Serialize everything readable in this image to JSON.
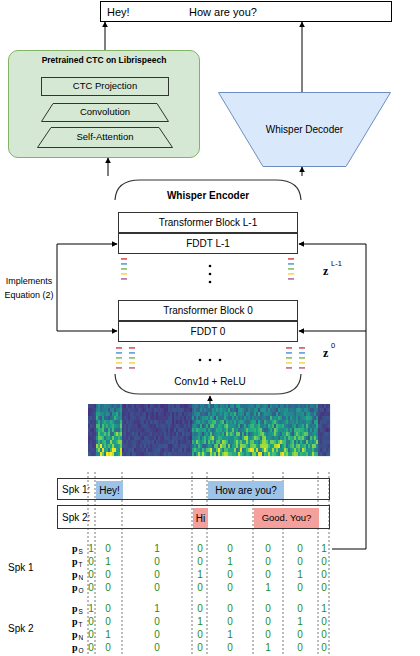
{
  "diagram": {
    "nodes": [
      {
        "text": [
          "Hey!",
          "How are you?"
        ]
      },
      {
        "text": [
          "Pretrained CTC on Librispeech"
        ]
      },
      {
        "text": [
          "CTC Projection"
        ],
        "in": 1
      },
      {
        "text": [
          "Convolution"
        ],
        "in": 1
      },
      {
        "text": [
          "Self-Attention"
        ],
        "in": 1
      },
      {
        "text": [
          "Whisper Decoder"
        ]
      },
      {
        "text": [
          "Whisper Encoder"
        ]
      },
      {
        "text": [
          "Transformer Block L-1"
        ],
        "in": 6
      },
      {
        "text": [
          "FDDT L-1"
        ],
        "in": 6
      },
      {
        "text": [
          "Transformer Block 0"
        ],
        "in": 6
      },
      {
        "text": [
          "FDDT 0"
        ],
        "in": 6
      },
      {
        "text": [
          "Spk 1:"
        ]
      },
      {
        "text": [
          "Hey!"
        ],
        "in": 11
      },
      {
        "text": [
          "How are you?"
        ],
        "in": 11
      },
      {
        "text": [
          "Spk 2:"
        ]
      },
      {
        "text": [
          "Hi"
        ],
        "in": 14
      },
      {
        "text": [
          "Good. You?"
        ],
        "in": 14
      }
    ],
    "edges": [
      {
        "from": 1,
        "to": 0,
        "arrow": "to"
      },
      {
        "from": 5,
        "to": 0,
        "arrow": "to"
      },
      {
        "from": 6,
        "to": 1,
        "arrow": "to"
      },
      {
        "from": 6,
        "to": 5,
        "arrow": "to"
      }
    ],
    "labels": [
      "Implements Equation (2)",
      "z",
      "L-1",
      "z",
      "0",
      "Conv1d + ReLU",
      "Spk 1",
      "Spk 2",
      "p",
      "S",
      "1",
      "0",
      "1",
      "0",
      "0",
      "0",
      "0",
      "1",
      "p",
      "T",
      "0",
      "1",
      "0",
      "0",
      "1",
      "0",
      "0",
      "0",
      "p",
      "N",
      "0",
      "0",
      "0",
      "1",
      "0",
      "0",
      "1",
      "0",
      "p",
      "O",
      "0",
      "0",
      "0",
      "0",
      "0",
      "1",
      "0",
      "0",
      "p",
      "S",
      "1",
      "0",
      "1",
      "0",
      "0",
      "0",
      "0",
      "1",
      "p",
      "T",
      "0",
      "0",
      "0",
      "1",
      "0",
      "0",
      "1",
      "0",
      "p",
      "N",
      "0",
      "1",
      "0",
      "0",
      "1",
      "0",
      "0",
      "0",
      "p",
      "O",
      "0",
      "0",
      "0",
      "0",
      "0",
      "1",
      "0",
      "0"
    ]
  }
}
